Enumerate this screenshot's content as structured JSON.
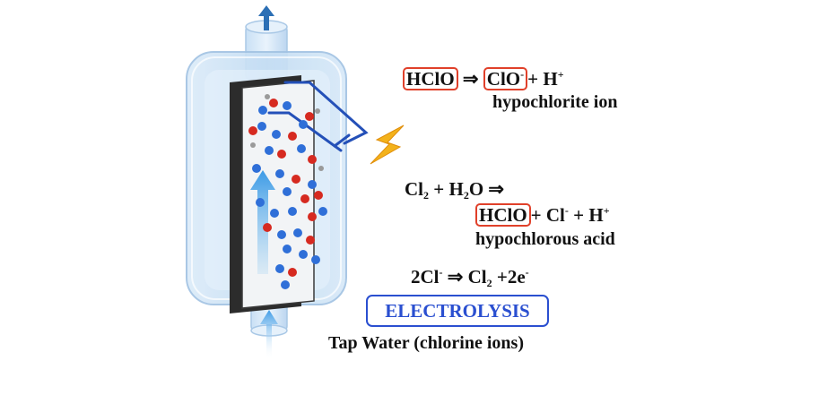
{
  "equations": {
    "eq1": {
      "left_boxed": "HClO",
      "arrow": "⇒",
      "right_boxed": "ClO",
      "right_boxed_sup": "-",
      "rest": "+ H",
      "rest_sup": "+",
      "label": "hypochlorite ion"
    },
    "eq2": {
      "line1_part1": "Cl",
      "line1_sub1": "2",
      "line1_part2": " + H",
      "line1_sub2": "2",
      "line1_part3": "O ⇒",
      "boxed": "HClO",
      "rest_part1": "+ Cl",
      "rest_sup1": "-",
      "rest_part2": " + H",
      "rest_sup2": "+",
      "label": "hypochlorous acid"
    },
    "eq3": {
      "part1": "2Cl",
      "sup1": "-",
      "part2": " ⇒ Cl",
      "sub1": "2",
      "part3": " +2e",
      "sup2": "-"
    }
  },
  "process_label": "ELECTROLYSIS",
  "source_label": "Tap Water (chlorine ions)",
  "colors": {
    "highlight_box": "#e0402a",
    "electrolysis_blue": "#2a4fd0",
    "oxygen_red": "#d62a20",
    "ion_blue": "#2f6fd8",
    "hydrogen_gray": "#9a9a9a",
    "spark_yellow": "#f3b21b",
    "wire_blue": "#2450b8",
    "tank_blue": "#cfe6f8"
  },
  "icons": {
    "outlet": "arrow-up-icon",
    "inlet": "arrow-up-icon",
    "power": "lightning-icon"
  }
}
